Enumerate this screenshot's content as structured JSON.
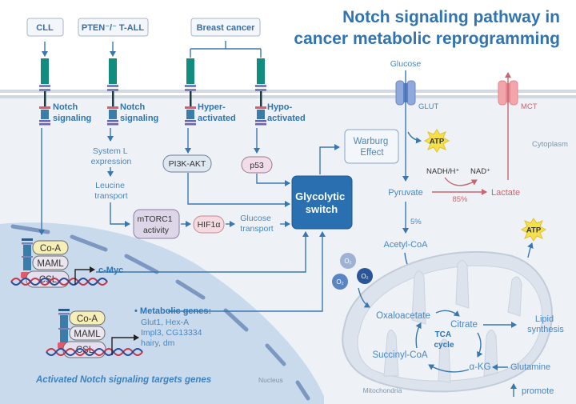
{
  "title": {
    "line1": "Notch signaling pathway in",
    "line2": "cancer metabolic reprogramming"
  },
  "conditions": {
    "cll": "CLL",
    "pten_tall": "PTEN⁻/⁻ T-ALL",
    "breast_cancer": "Breast cancer"
  },
  "receptor_labels": {
    "cll": [
      "Notch",
      "signaling"
    ],
    "pten": [
      "Notch",
      "signaling"
    ],
    "hyper": [
      "Hyper-",
      "activated"
    ],
    "hypo": [
      "Hypo-",
      "activated"
    ]
  },
  "pathway": {
    "system_l": [
      "System L",
      "expression"
    ],
    "leucine": [
      "Leucine",
      "transport"
    ],
    "pi3k_akt": "PI3K-AKT",
    "p53": "p53",
    "mtorc1": [
      "mTORC1",
      "activity"
    ],
    "hif1a": "HIF1α",
    "glucose_transport": [
      "Glucose",
      "transport"
    ],
    "glycolytic_switch": [
      "Glycolytic",
      "switch"
    ],
    "warburg": [
      "Warburg",
      "Effect"
    ]
  },
  "metabolism": {
    "glucose": "Glucose",
    "glut": "GLUT",
    "mct": "MCT",
    "atp": "ATP",
    "cytoplasm": "Cytoplasm",
    "nadh": "NADH/H⁺",
    "nad": "NAD⁺",
    "pyruvate": "Pyruvate",
    "lactate": "Lactate",
    "pct_lactate": "85%",
    "pct_acetyl": "5%",
    "acetyl_coa": "Acetyl-CoA",
    "o2": "O₂",
    "oxaloacetate": "Oxaloacetate",
    "citrate": "Citrate",
    "lipid": [
      "Lipid",
      "synthesis"
    ],
    "tca": [
      "TCA",
      "cycle"
    ],
    "succinyl": "Succinyl-CoA",
    "akg": "α-KG",
    "glutamine": "Glutamine",
    "mitochondria": "Mitochondria"
  },
  "nucleus": {
    "coa": "Co-A",
    "maml": "MAML",
    "csl": "CSL",
    "cmyc": "c-Myc",
    "metabolic_genes_title": "• Metabolic genes:",
    "metabolic_genes": [
      "Glut1, Hex-A",
      "Impl3, CG13334",
      "hairy, dm"
    ],
    "caption": "Activated Notch signaling targets genes",
    "label": "Nucleus"
  },
  "legend": {
    "promote": "promote"
  },
  "colors": {
    "title": "#2f74b0",
    "glycolytic_switch": "#2a6fb0",
    "nucleus_fill": "#c9daec",
    "membrane": "#d6dde6",
    "notch_ecd": "#128c7e",
    "lactate_path": "#c76670",
    "atp_star": "#f4e04d"
  }
}
